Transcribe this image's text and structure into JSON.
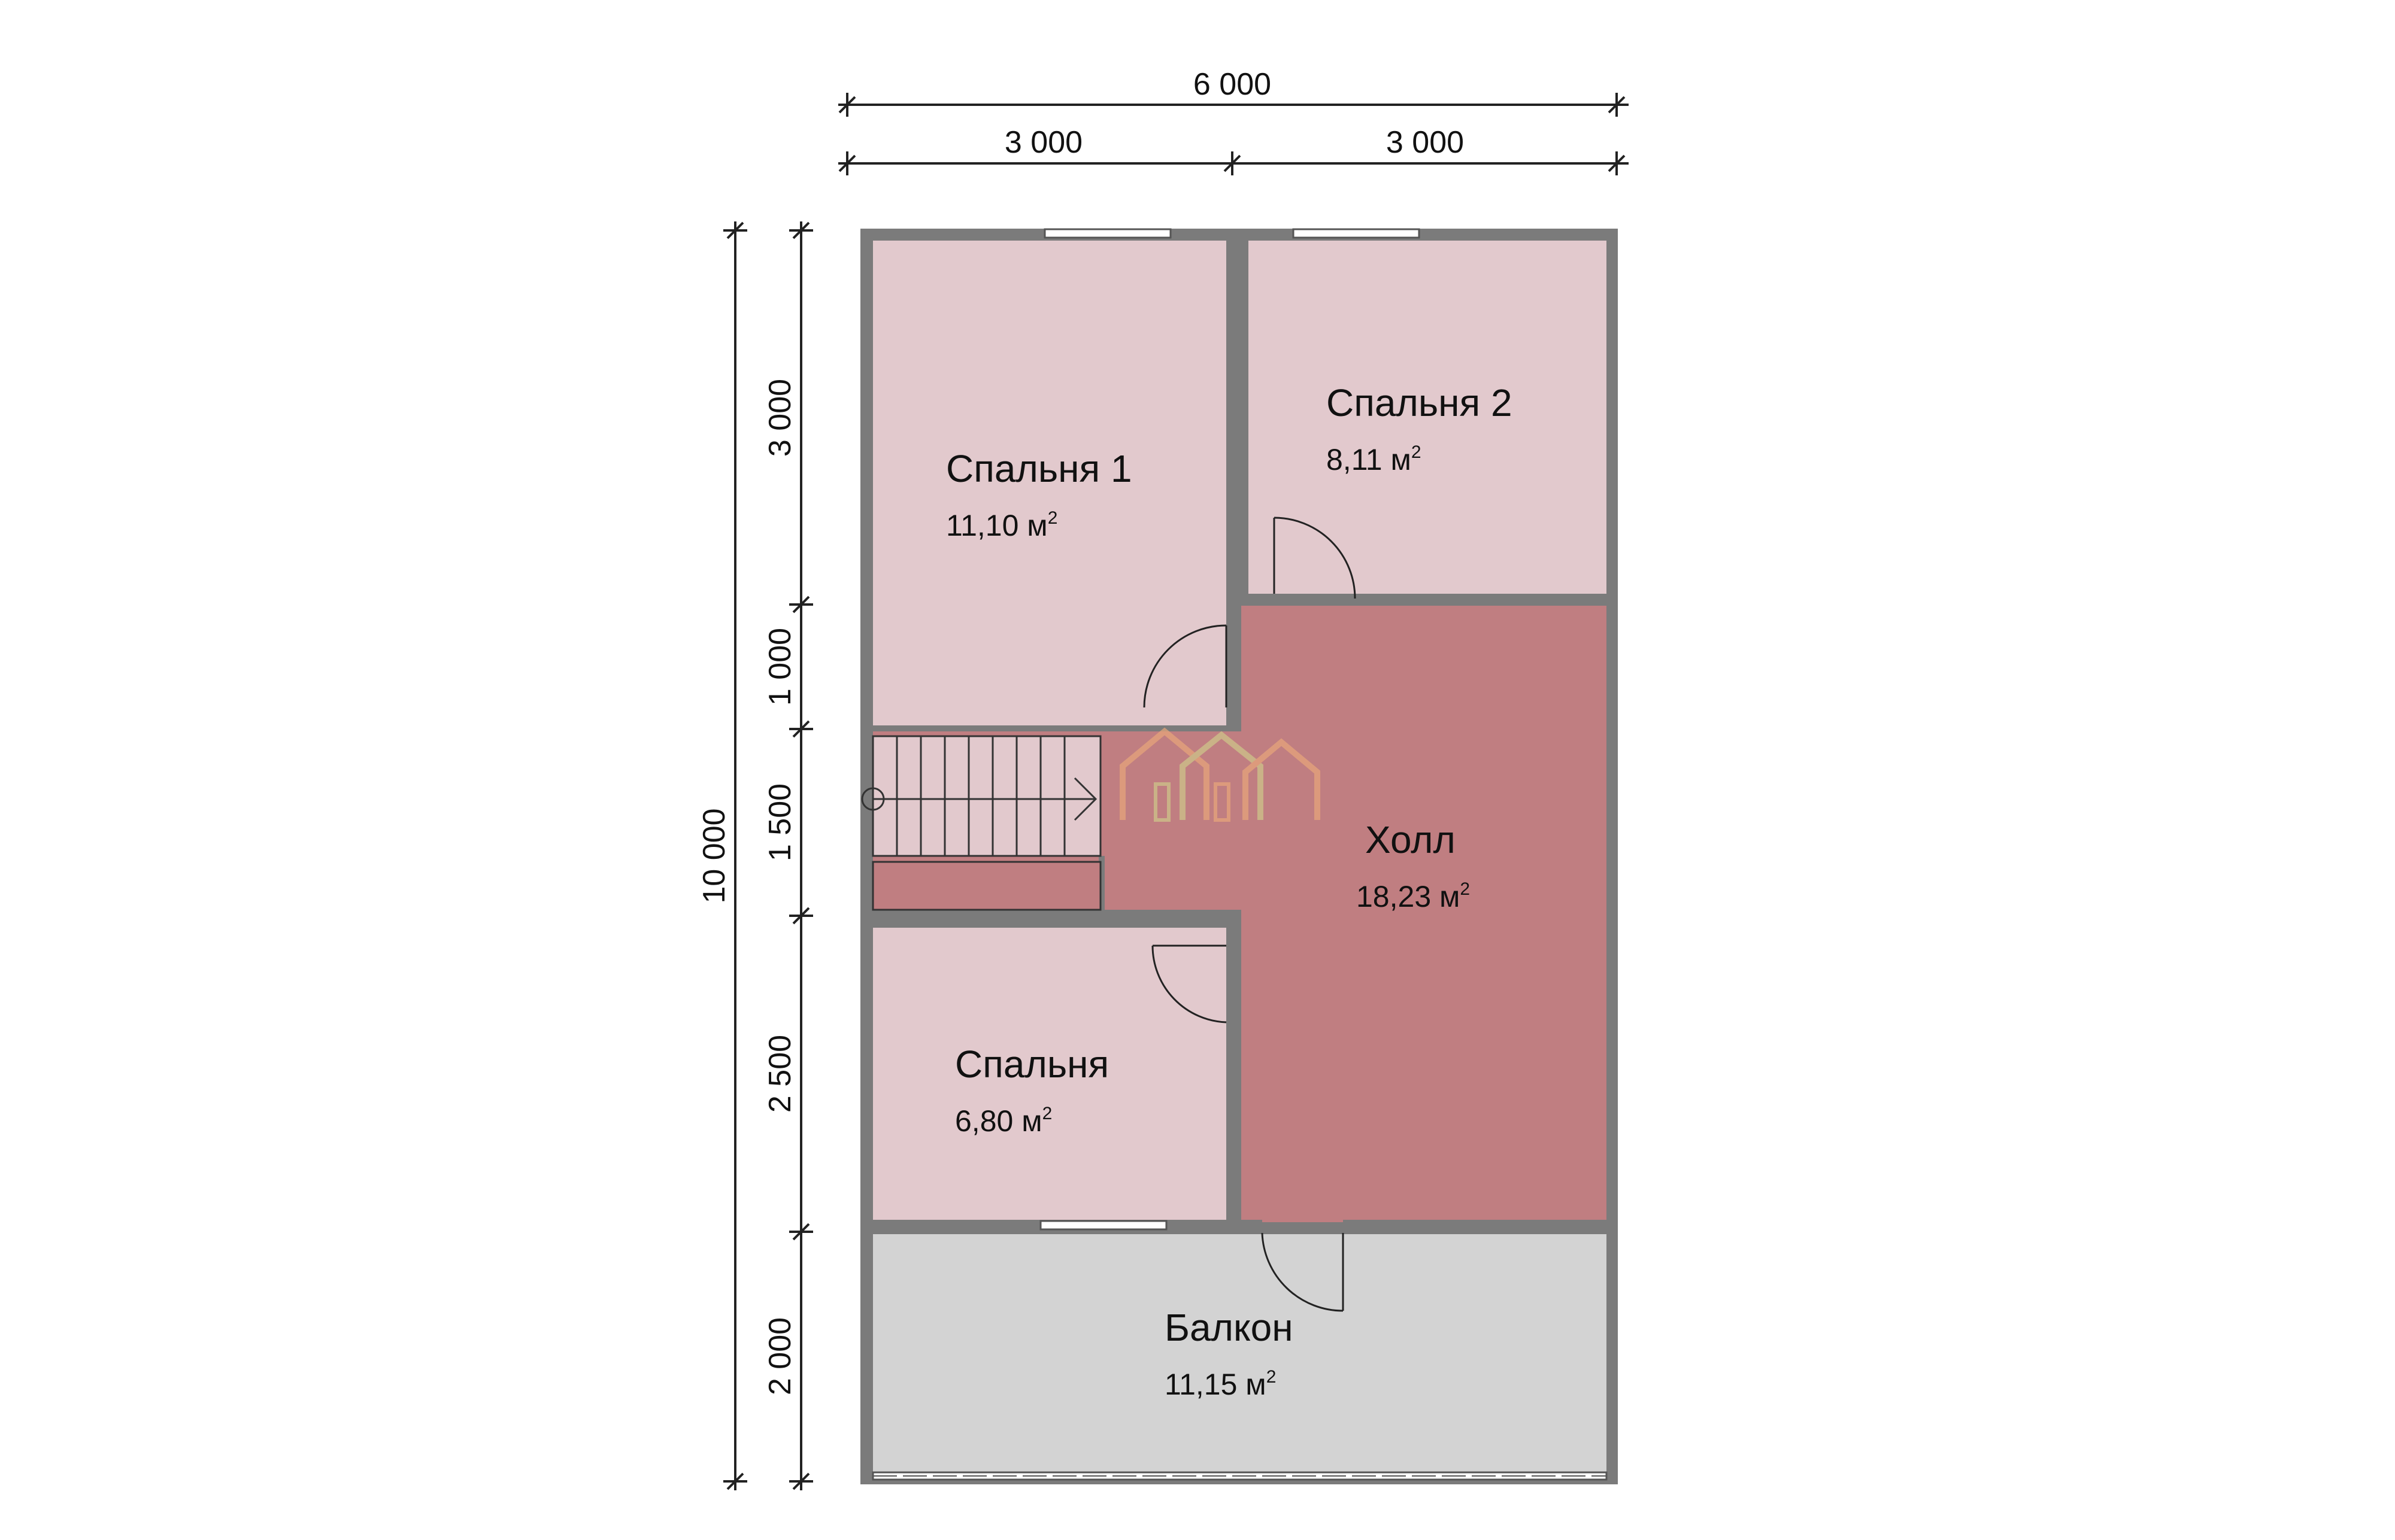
{
  "dimensions": {
    "top_total": "6 000",
    "top_left": "3 000",
    "top_right": "3 000",
    "left_total": "10 000",
    "left_1": "3 000",
    "left_2": "1 000",
    "left_3": "1 500",
    "left_4": "2 500",
    "left_5": "2 000"
  },
  "rooms": {
    "bedroom1": {
      "name": "Спальня 1",
      "area": "11,10 м",
      "unit_sup": "2"
    },
    "bedroom2": {
      "name": "Спальня 2",
      "area": "8,11 м",
      "unit_sup": "2"
    },
    "hall": {
      "name": "Холл",
      "area": "18,23 м",
      "unit_sup": "2"
    },
    "bedroom3": {
      "name": "Спальня",
      "area": "6,80 м",
      "unit_sup": "2"
    },
    "balcony": {
      "name": "Балкон",
      "area": "11,15 м",
      "unit_sup": "2"
    }
  },
  "colors": {
    "bedroom": "#e2c9cd",
    "hall": "#c07e81",
    "balcony": "#d3d3d3",
    "wall": "#7b7b7b",
    "logo": "#e8a67a"
  }
}
